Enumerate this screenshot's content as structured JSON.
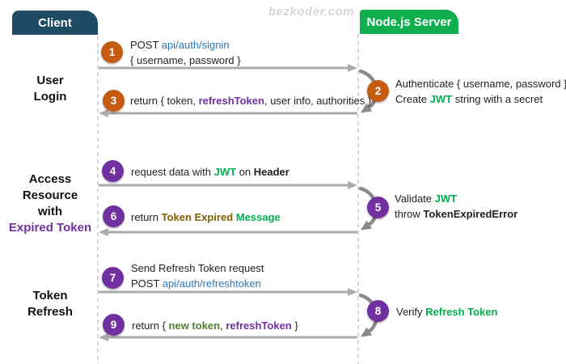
{
  "watermark": "bezkoder.com",
  "actors": {
    "client": "Client",
    "server": "Node.js Server"
  },
  "colors": {
    "client_header": "#1F4B64",
    "server_header": "#10AF4E",
    "step_orange": "#C55A11",
    "step_purple": "#7030A0",
    "link_blue": "#2E75B6",
    "jwt_green": "#00B050",
    "token_purple": "#7030A0",
    "expired_olive": "#7F6000",
    "new_token_green": "#538135",
    "arrow_gray": "#ABABAB",
    "loop_gray": "#8A8A8A",
    "lifeline_gray": "#C3C3C3",
    "watermark_gray": "#D6D6D6"
  },
  "sections": [
    {
      "title": "User Login",
      "lines": [
        {
          "text": "User"
        },
        {
          "text": "Login"
        }
      ]
    },
    {
      "title": "Access Resource with Expired Token",
      "lines": [
        {
          "text": "Access"
        },
        {
          "text": "Resource"
        },
        {
          "text": "with"
        },
        {
          "text": "Expired Token",
          "color": "#7030A0"
        }
      ]
    },
    {
      "title": "Token Refresh",
      "lines": [
        {
          "text": "Token"
        },
        {
          "text": "Refresh"
        }
      ]
    }
  ],
  "steps": [
    {
      "num": "1",
      "side": "client",
      "circle": "#C55A11",
      "lines": [
        {
          "parts": [
            {
              "text": "POST "
            },
            {
              "text": "api/auth/signin",
              "color": "#2E75B6"
            }
          ]
        },
        {
          "parts": [
            {
              "text": "{ username, password }"
            }
          ]
        }
      ]
    },
    {
      "num": "2",
      "side": "server",
      "circle": "#C55A11",
      "lines": [
        {
          "parts": [
            {
              "text": "Authenticate { username, password }"
            }
          ]
        },
        {
          "parts": [
            {
              "text": "Create "
            },
            {
              "text": "JWT",
              "color": "#00B050",
              "bold": true
            },
            {
              "text": " string with a secret"
            }
          ]
        }
      ]
    },
    {
      "num": "3",
      "side": "client",
      "circle": "#C55A11",
      "lines": [
        {
          "parts": [
            {
              "text": "return { token, "
            },
            {
              "text": "refreshToken",
              "color": "#7030A0",
              "bold": true
            },
            {
              "text": ", user info, authorities }"
            }
          ]
        }
      ]
    },
    {
      "num": "4",
      "side": "client",
      "circle": "#7030A0",
      "lines": [
        {
          "parts": [
            {
              "text": "request data with "
            },
            {
              "text": "JWT",
              "color": "#00B050",
              "bold": true
            },
            {
              "text": " on "
            },
            {
              "text": "Header",
              "bold": true
            }
          ]
        }
      ]
    },
    {
      "num": "5",
      "side": "server",
      "circle": "#7030A0",
      "lines": [
        {
          "parts": [
            {
              "text": "Validate "
            },
            {
              "text": "JWT",
              "color": "#00B050",
              "bold": true
            }
          ]
        },
        {
          "parts": [
            {
              "text": "throw "
            },
            {
              "text": "TokenExpiredError",
              "bold": true
            }
          ]
        }
      ]
    },
    {
      "num": "6",
      "side": "client",
      "circle": "#7030A0",
      "lines": [
        {
          "parts": [
            {
              "text": "return "
            },
            {
              "text": "Token Expired",
              "color": "#7F6000",
              "bold": true
            },
            {
              "text": " "
            },
            {
              "text": "Message",
              "color": "#00B050",
              "bold": true
            }
          ]
        }
      ]
    },
    {
      "num": "7",
      "side": "client",
      "circle": "#7030A0",
      "lines": [
        {
          "parts": [
            {
              "text": "Send Refresh Token request"
            }
          ]
        },
        {
          "parts": [
            {
              "text": "POST "
            },
            {
              "text": "api/auth/refreshtoken",
              "color": "#2E75B6"
            }
          ]
        }
      ]
    },
    {
      "num": "8",
      "side": "server",
      "circle": "#7030A0",
      "lines": [
        {
          "parts": [
            {
              "text": "Verify "
            },
            {
              "text": "Refresh Token",
              "color": "#00B050",
              "bold": true
            }
          ]
        }
      ]
    },
    {
      "num": "9",
      "side": "client",
      "circle": "#7030A0",
      "lines": [
        {
          "parts": [
            {
              "text": "return { "
            },
            {
              "text": "new token",
              "color": "#538135",
              "bold": true
            },
            {
              "text": ", "
            },
            {
              "text": "refreshToken",
              "color": "#7030A0",
              "bold": true
            },
            {
              "text": " }"
            }
          ]
        }
      ]
    }
  ]
}
